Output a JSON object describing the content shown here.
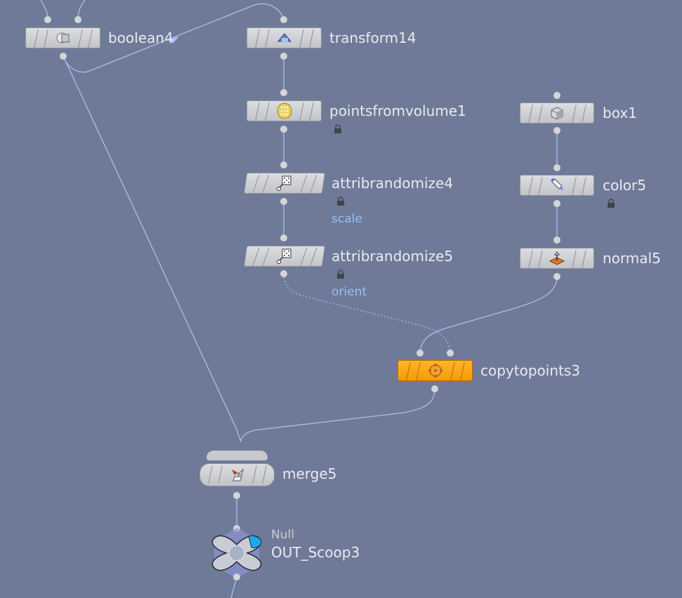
{
  "nodes": {
    "boolean4": {
      "label": "boolean4"
    },
    "transform14": {
      "label": "transform14"
    },
    "pointsfromvolume1": {
      "label": "pointsfromvolume1"
    },
    "box1": {
      "label": "box1"
    },
    "attribrandomize4": {
      "label": "attribrandomize4",
      "attribute": "scale"
    },
    "color5": {
      "label": "color5"
    },
    "attribrandomize5": {
      "label": "attribrandomize5",
      "attribute": "orient"
    },
    "normal5": {
      "label": "normal5"
    },
    "copytopoints3": {
      "label": "copytopoints3"
    },
    "merge5": {
      "label": "merge5"
    },
    "out": {
      "label": "OUT_Scoop3",
      "type": "Null"
    }
  },
  "colors": {
    "background": "#6f7a98",
    "wire": "#a9c0f2",
    "selected_node": "#f7a615",
    "node": "#cfd0d4",
    "attribute_text": "#8ec3f7"
  },
  "icons": {
    "boolean4": "boolean-icon",
    "transform14": "transform-icon",
    "pointsfromvolume1": "points-from-volume-icon",
    "box1": "box-icon",
    "attribrandomize4": "attribute-randomize-icon",
    "color5": "color-icon",
    "attribrandomize5": "attribute-randomize-icon",
    "normal5": "normal-icon",
    "copytopoints3": "copy-to-points-icon",
    "merge5": "merge-icon",
    "out": "null-icon"
  }
}
